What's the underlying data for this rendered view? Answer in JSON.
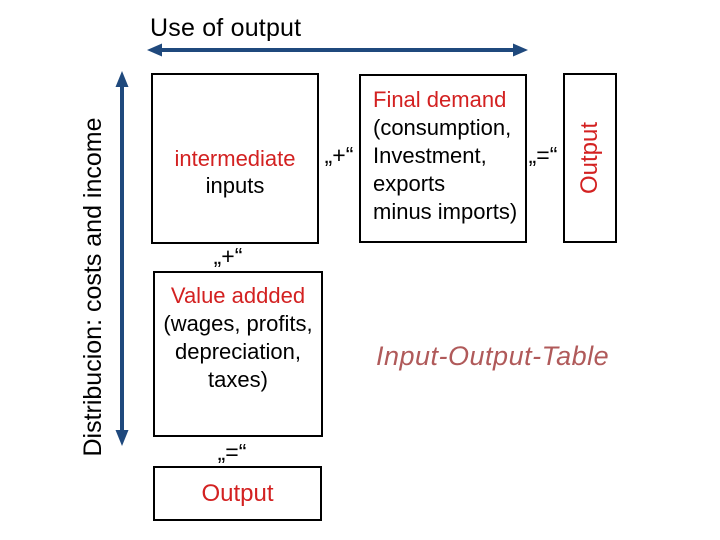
{
  "title": "Use of output",
  "left_axis_label": "Distribucion: costs and income",
  "annotation": "Input-Output-Table",
  "operators": {
    "plus": "„+“",
    "equals": "„=“"
  },
  "boxes": {
    "intermediate_inputs": {
      "title": "intermediate",
      "subtitle": "inputs"
    },
    "final_demand": {
      "title": "Final demand",
      "lines": [
        "(consumption,",
        "Investment,",
        "exports",
        "minus imports)"
      ]
    },
    "output_column": {
      "label": "Output"
    },
    "value_added": {
      "title": "Value addded",
      "lines": [
        "(wages, profits,",
        "depreciation,",
        "taxes)"
      ]
    },
    "output_total": {
      "label": "Output"
    }
  },
  "colors": {
    "arrow_blue": "#1f497d",
    "highlight_red": "#d32121",
    "annotation_red": "#b05a5a"
  }
}
